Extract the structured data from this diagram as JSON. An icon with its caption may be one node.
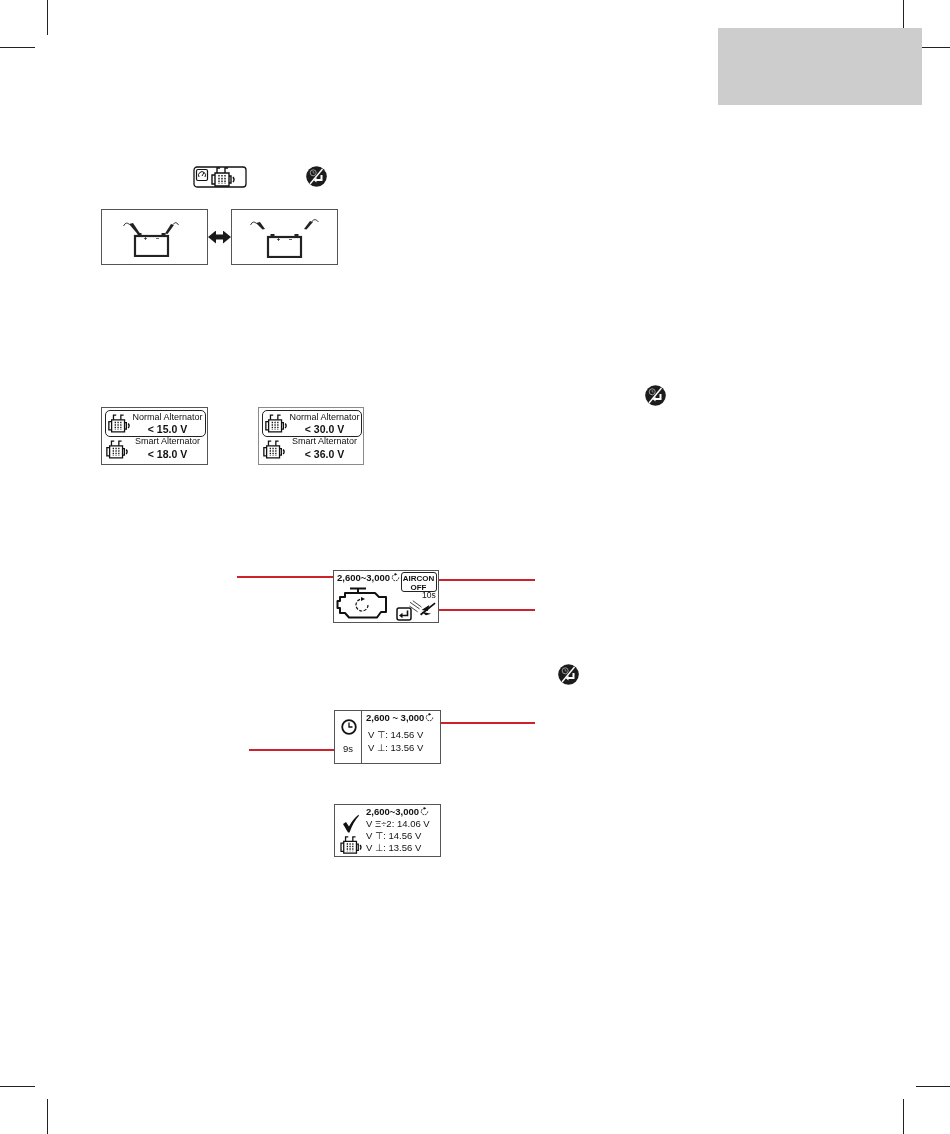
{
  "diagram": {
    "nodes": [
      {
        "text": [],
        "shape": "box"
      },
      {
        "text": [],
        "shape": "picture"
      },
      {
        "text": [],
        "shape": "picture"
      },
      {
        "text": [
          "Smart Alternator",
          "< 18.0 V"
        ]
      },
      {
        "text": [
          "Normal Alternator",
          "< 15.0 V"
        ],
        "in": 3
      },
      {
        "text": [
          "Smart Alternator",
          "< 36.0 V"
        ]
      },
      {
        "text": [
          "Normal Alternator",
          "< 30.0 V"
        ],
        "in": 5
      },
      {
        "text": [
          "2,600~3,000",
          "10s"
        ]
      },
      {
        "text": [
          "AIRCON OFF"
        ],
        "in": 7
      },
      {
        "text": [
          "9s",
          "2,600 ~ 3,000",
          "V ⊤: 14.56 V",
          "V ⊥: 13.56 V"
        ]
      },
      {
        "text": [
          "2,600~3,000",
          "V Ξ÷2: 14.06 V",
          "V ⊤: 14.56 V",
          "V ⊥: 13.56 V"
        ]
      }
    ],
    "edges": [
      {
        "from": 1,
        "to": 2,
        "arrow": "both",
        "style": "thick",
        "color": "#1a1a1a"
      },
      {
        "from": null,
        "to": 7,
        "arrow": "none",
        "color": "#cc2229"
      },
      {
        "from": null,
        "to": 8,
        "arrow": "none",
        "color": "#cc2229"
      },
      {
        "from": null,
        "to": 7,
        "arrow": "none",
        "color": "#cc2229"
      },
      {
        "from": null,
        "to": 9,
        "arrow": "none",
        "color": "#cc2229"
      },
      {
        "from": null,
        "to": 9,
        "arrow": "none",
        "color": "#cc2229"
      }
    ]
  }
}
